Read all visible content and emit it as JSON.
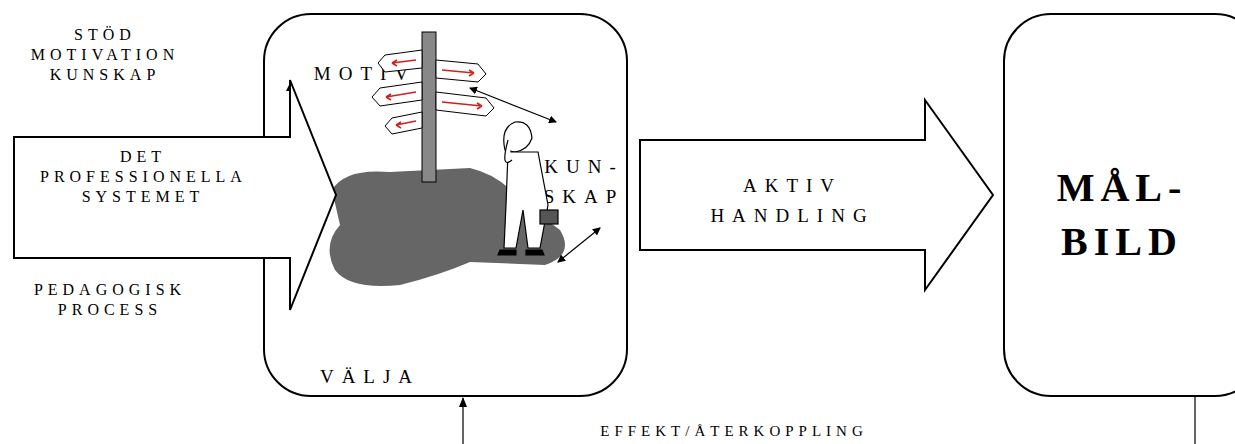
{
  "diagram": {
    "nodes": [
      {
        "text": [
          "STÖD MOTIVATION KUNSKAP",
          "DET PROFESSIONELLA SYSTEMET",
          "PEDAGOGISK PROCESS"
        ]
      },
      {
        "text": [
          "MOTIV",
          "KUN- SKAP",
          "VÄLJA"
        ]
      },
      {
        "text": [
          "MÅL- BILD"
        ]
      }
    ],
    "edges": [
      {
        "from": 1,
        "to": 2,
        "arrow": "to",
        "label": "AKTIV HANDLING"
      },
      {
        "from": 2,
        "to": 1,
        "arrow": "to",
        "label": "EFFEKT/ÅTERKOPPLING"
      }
    ]
  }
}
